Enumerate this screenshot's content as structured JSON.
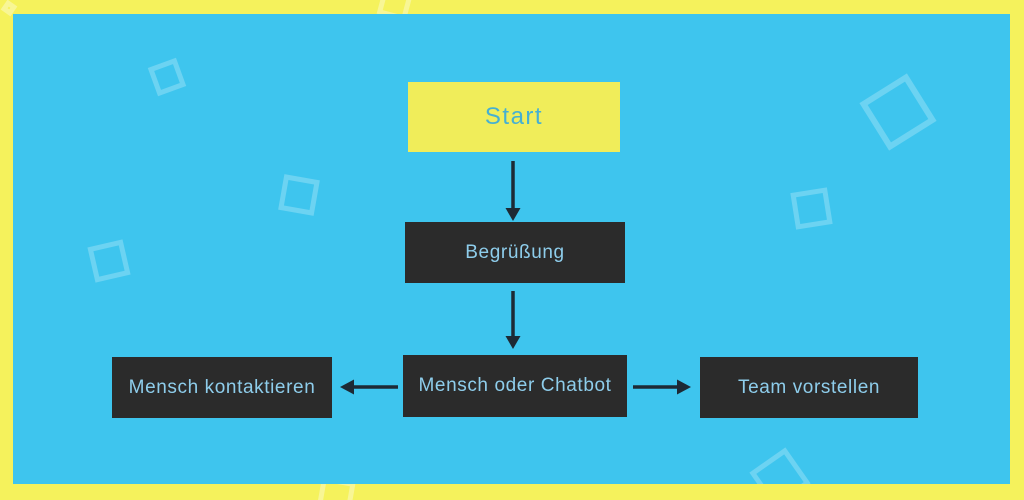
{
  "diagram": {
    "type": "flowchart",
    "language": "de",
    "nodes": [
      {
        "id": "start",
        "label": "Start",
        "kind": "start"
      },
      {
        "id": "begruessung",
        "label": "Begrüßung",
        "kind": "step"
      },
      {
        "id": "mensch-oder-chatbot",
        "label": "Mensch oder Chatbot",
        "kind": "decision"
      },
      {
        "id": "mensch-kontaktieren",
        "label": "Mensch kontaktieren",
        "kind": "step"
      },
      {
        "id": "team-vorstellen",
        "label": "Team vorstellen",
        "kind": "step"
      }
    ],
    "edges": [
      {
        "from": "start",
        "to": "begruessung",
        "direction": "down"
      },
      {
        "from": "begruessung",
        "to": "mensch-oder-chatbot",
        "direction": "down"
      },
      {
        "from": "mensch-oder-chatbot",
        "to": "mensch-kontaktieren",
        "direction": "left"
      },
      {
        "from": "mensch-oder-chatbot",
        "to": "team-vorstellen",
        "direction": "right"
      }
    ],
    "colors": {
      "frame_yellow": "#f5f25c",
      "canvas_blue": "#3ec5ee",
      "node_dark_bg": "#2b2b2b",
      "start_node_bg": "#f0ed5a",
      "start_node_text": "#46b0d2",
      "dark_node_text": "#8ecdeb",
      "arrow": "#1d2a35",
      "decor_square_outline": "rgba(255,255,255,0.24)"
    },
    "decor": {
      "blue_canvas_squares": 6,
      "frame_squares": 3,
      "shape": "rotated-square-outline"
    }
  }
}
